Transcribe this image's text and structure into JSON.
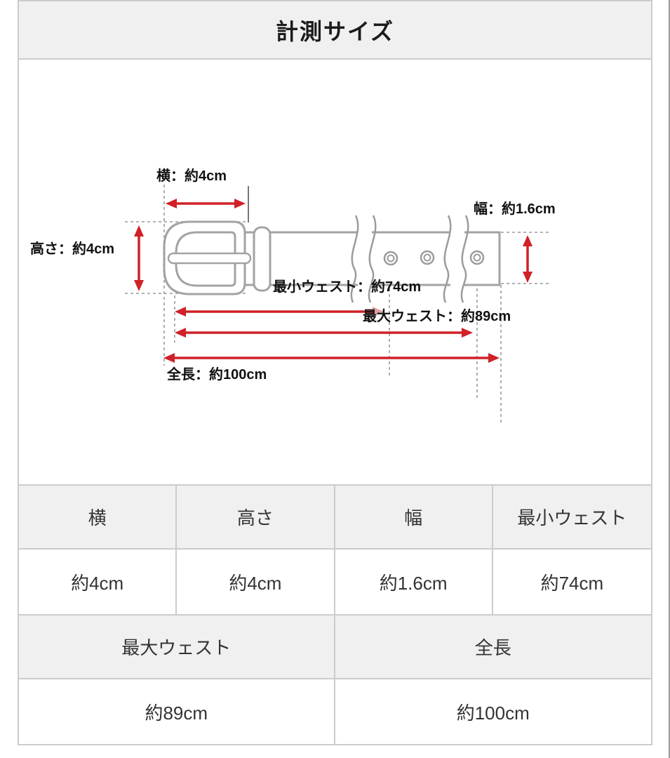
{
  "title": "計測サイズ",
  "diagram": {
    "labels": {
      "buckle_width": "横：約4cm",
      "buckle_height": "高さ：約4cm",
      "strap_width": "幅：約1.6cm",
      "min_waist": "最小ウェスト：約74cm",
      "max_waist": "最大ウェスト：約89cm",
      "total_length": "全長：約100cm"
    },
    "colors": {
      "arrow_red": "#cf2127",
      "belt_outline": "#a3a3a3",
      "guide_dash": "#999999",
      "border_gray": "#cccccc",
      "header_bg": "#f0f0f0"
    }
  },
  "table": {
    "rows": [
      {
        "type": "header",
        "cells": [
          "横",
          "高さ",
          "幅",
          "最小ウェスト"
        ]
      },
      {
        "type": "value",
        "cells": [
          "約4cm",
          "約4cm",
          "約1.6cm",
          "約74cm"
        ]
      },
      {
        "type": "header",
        "cells": [
          "最大ウェスト",
          "全長"
        ]
      },
      {
        "type": "value",
        "cells": [
          "約89cm",
          "約100cm"
        ]
      }
    ]
  }
}
